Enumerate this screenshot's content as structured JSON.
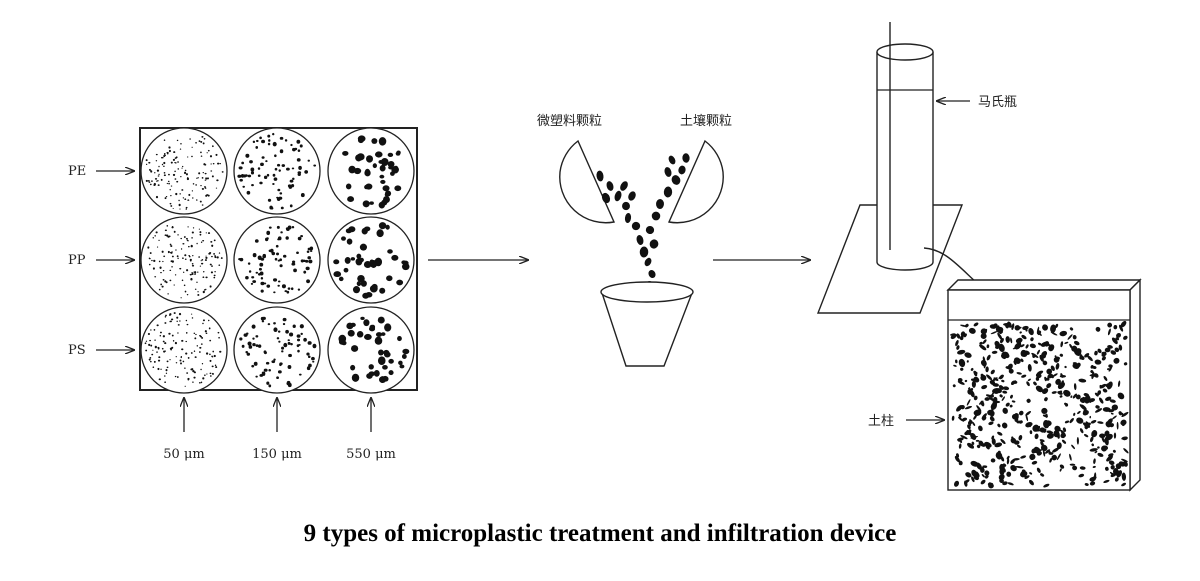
{
  "diagram": {
    "row_labels": [
      "PE",
      "PP",
      "PS"
    ],
    "size_labels": [
      "50 μm",
      "150 μm",
      "550 μm"
    ],
    "scoop_labels": {
      "microplastic": "微塑料颗粒",
      "soil": "土壤颗粒"
    },
    "mariotte_label": "马氏瓶",
    "column_label": "土柱"
  },
  "caption": "9 types of microplastic treatment and infiltration device"
}
